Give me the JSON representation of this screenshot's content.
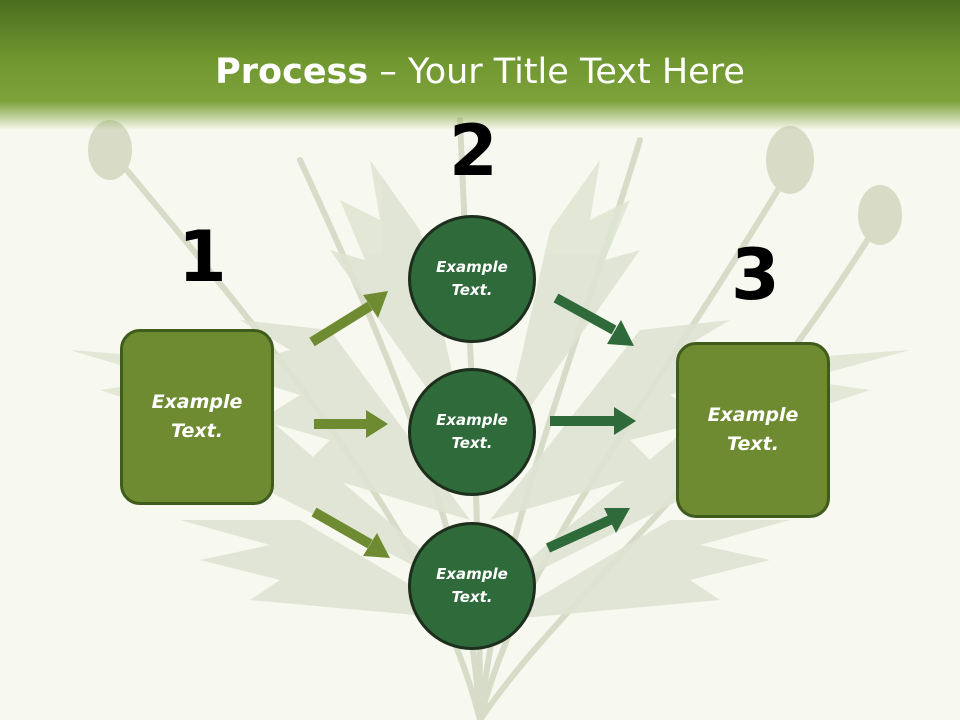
{
  "slide": {
    "title_bold": "Process",
    "title_rest": " – Your Title Text Here",
    "numbers": [
      "1",
      "2",
      "3"
    ],
    "left_box": {
      "line1": "Example",
      "line2": "Text."
    },
    "right_box": {
      "line1": "Example",
      "line2": "Text."
    },
    "circles": [
      {
        "line1": "Example",
        "line2": "Text."
      },
      {
        "line1": "Example",
        "line2": "Text."
      },
      {
        "line1": "Example",
        "line2": "Text."
      }
    ]
  },
  "colors": {
    "header": "#6f9630",
    "box_fill": "#6f8b32",
    "circle_fill": "#2f6a3a",
    "arrow_light": "#6f8b32",
    "arrow_dark": "#2f6a3a"
  }
}
